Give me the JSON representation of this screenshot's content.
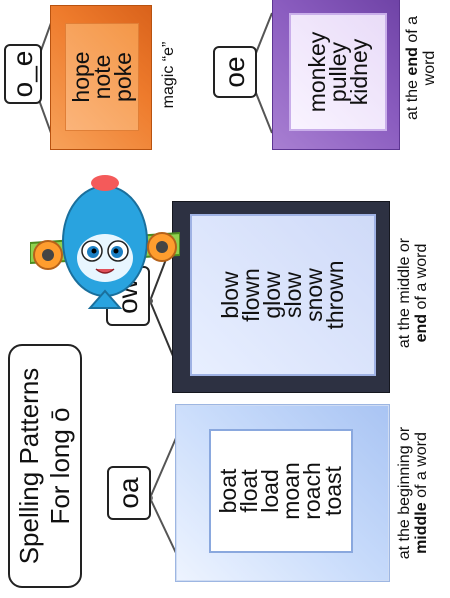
{
  "title": {
    "line1": "Spelling Patterns",
    "line2": "For long ō"
  },
  "patterns": [
    {
      "label": "oa",
      "words": [
        "boat",
        "float",
        "load",
        "moan",
        "roach",
        "toast"
      ],
      "note_pre": "at the beginning or",
      "note_bold": "middle",
      "note_post": "of a word",
      "frame_color": "#c9dcfb"
    },
    {
      "label": "ow",
      "words": [
        "blow",
        "flown",
        "glow",
        "slow",
        "snow",
        "thrown"
      ],
      "note_pre": "at the middle or",
      "note_bold": "end",
      "note_post": "of a word",
      "frame_color": "#2d3142"
    },
    {
      "label": "o_e",
      "words": [
        "hope",
        "note",
        "poke"
      ],
      "note": "magic “e”",
      "frame_color": "#ee7b2c"
    },
    {
      "label": "oe",
      "words": [
        "monkey",
        "pulley",
        "kidney"
      ],
      "note_pre": "at the",
      "note_bold": "end",
      "note_post": "of a word",
      "frame_color": "#8a5cbf"
    }
  ],
  "illustration": {
    "icon": "cartoon-airplane-icon"
  }
}
